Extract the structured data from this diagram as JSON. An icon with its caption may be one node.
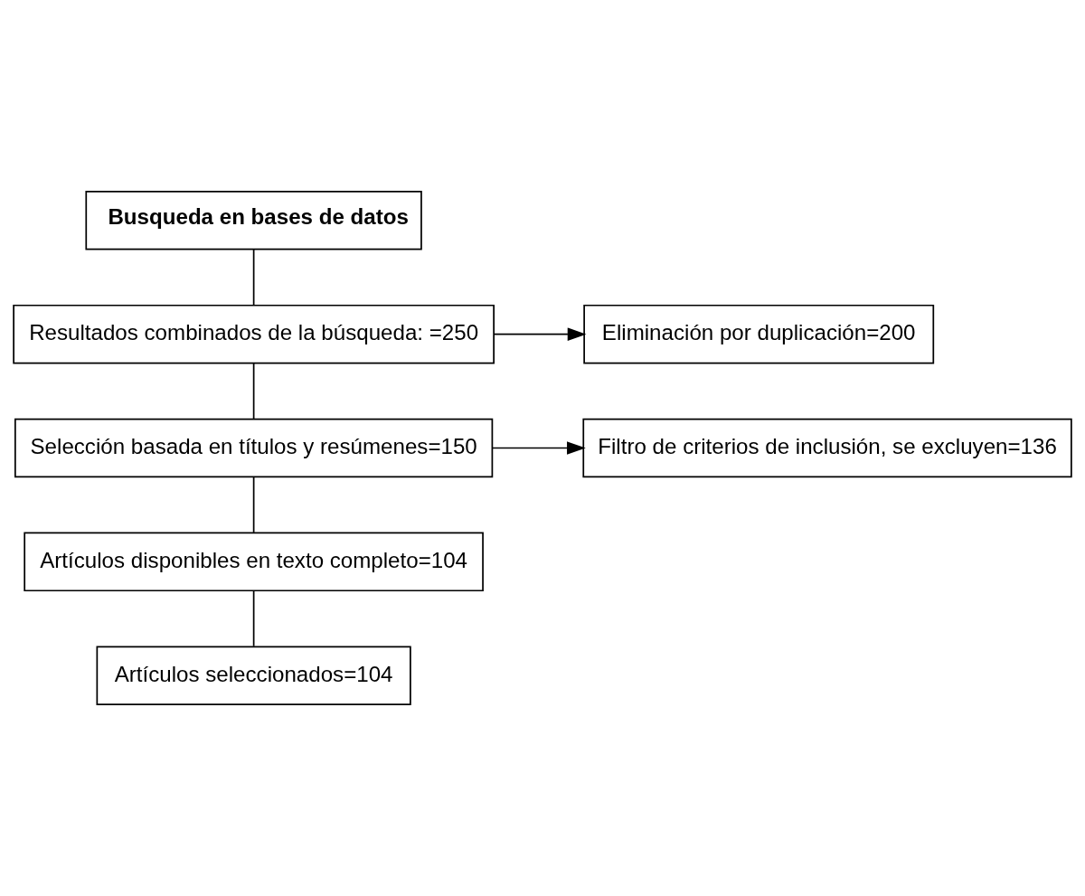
{
  "diagram": {
    "nodes": [
      {
        "text": [
          "Busqueda en bases de datos"
        ]
      },
      {
        "text": [
          "Resultados combinados de la búsqueda: =250"
        ]
      },
      {
        "text": [
          "Eliminación por duplicación=200"
        ]
      },
      {
        "text": [
          "Selección basada en títulos y resúmenes=150"
        ]
      },
      {
        "text": [
          "Filtro de criterios de inclusión, se excluyen=136"
        ]
      },
      {
        "text": [
          "Artículos disponibles en texto completo=104"
        ]
      },
      {
        "text": [
          "Artículos seleccionados=104"
        ]
      }
    ],
    "edges": [
      {
        "from": 0,
        "to": 1,
        "arrow": "none"
      },
      {
        "from": 1,
        "to": 3,
        "arrow": "none"
      },
      {
        "from": 1,
        "to": 2,
        "arrow": "to"
      },
      {
        "from": 3,
        "to": 5,
        "arrow": "none"
      },
      {
        "from": 3,
        "to": 4,
        "arrow": "to"
      },
      {
        "from": 5,
        "to": 6,
        "arrow": "none"
      }
    ]
  }
}
